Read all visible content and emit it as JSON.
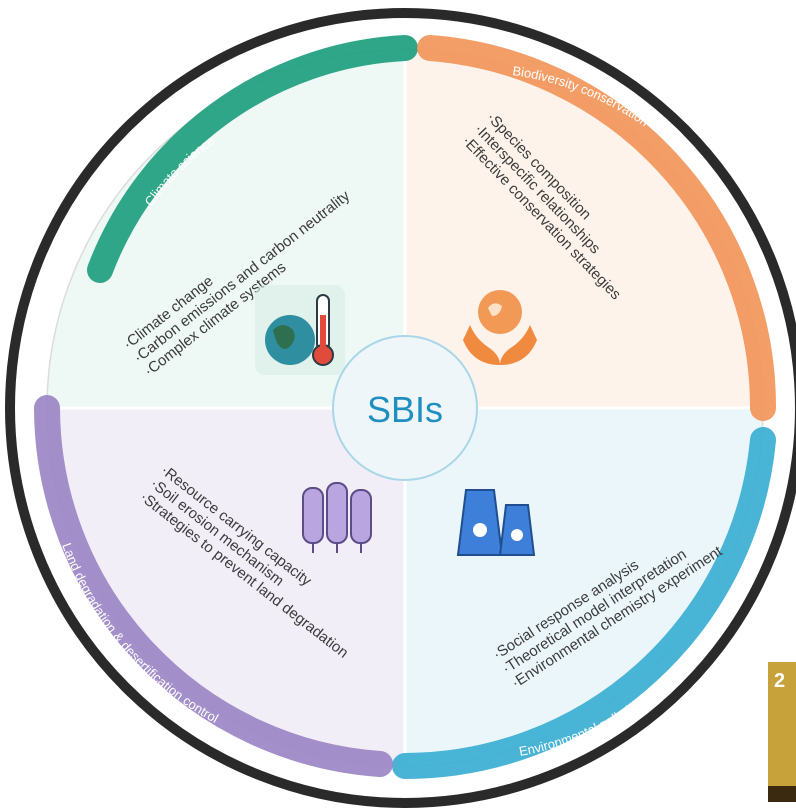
{
  "center": {
    "label": "SBIs"
  },
  "quadrants": [
    {
      "id": "climate",
      "title": "Climate science",
      "items": [
        "·Climate change",
        "·Carbon emissions and carbon neutrality",
        "·Complex climate systems"
      ],
      "color": "#1e9e7e",
      "fill": "#eef8f4",
      "text_color": "#3b3b3b"
    },
    {
      "id": "biodiversity",
      "title": "Biodiversity conservation",
      "items": [
        "·Species composition",
        "·Interspecific relationships",
        "·Effective conservation strategies"
      ],
      "color": "#f2955a",
      "fill": "#fdf3ea",
      "text_color": "#3b3b3b"
    },
    {
      "id": "pollution",
      "title": "Environmental pollution research",
      "items": [
        "·Social response analysis",
        "·Theoretical model interpretation",
        "·Environmental chemistry experiment"
      ],
      "color": "#3aaed3",
      "fill": "#ebf6fb",
      "text_color": "#3b3b3b"
    },
    {
      "id": "land",
      "title": "Land degradation & desertification control",
      "items": [
        "·Resource carrying capacity",
        "·Soil erosion mechanism",
        "·Strategies to prevent land degradation"
      ],
      "color": "#9b86c4",
      "fill": "#f2eef8",
      "text_color": "#3b3b3b"
    }
  ],
  "colors": {
    "outer_ring": "#2a2a2a",
    "center_text": "#1f8fbf",
    "center_stroke": "#a9d6e8"
  },
  "icons": [
    "globe-thermometer-icon",
    "hands-globe-icon",
    "trees-icon",
    "power-plant-icon"
  ],
  "corner_badge": {
    "text": "2"
  }
}
